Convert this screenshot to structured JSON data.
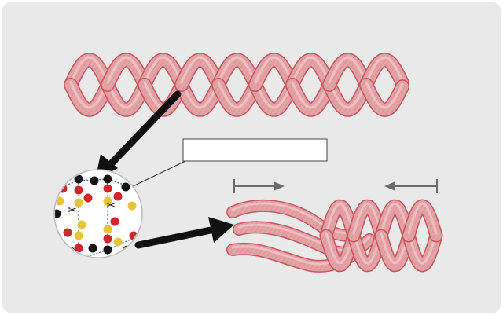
{
  "panel": {
    "background": "#e9e9e9"
  },
  "rope_colors": {
    "fill": "#e3a3a6",
    "stroke": "#c7545f",
    "highlight": "#f2c6c8",
    "hatch": "#b53d4a"
  },
  "arrow_color": "#111111",
  "force_arrow_color": "#6b6b6b",
  "label_box": {
    "text": ""
  },
  "magnifier": {
    "node_colors": {
      "red": "#d0262d",
      "black": "#151515",
      "yellow": "#e8c23a"
    },
    "scissors_icon": "scissors-icon",
    "scissors_count": 2
  },
  "diagram_parts": [
    "intact-double-helix",
    "magnified-backbone",
    "unwinding-helix"
  ]
}
